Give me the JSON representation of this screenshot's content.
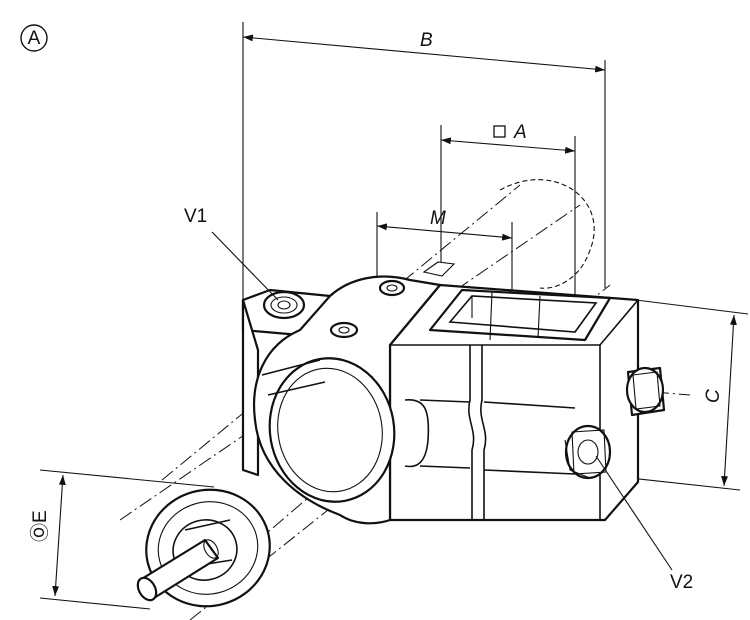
{
  "figure": {
    "view_marker": "A",
    "labels": {
      "B": "B",
      "A": "A",
      "A_square": "□",
      "M": "M",
      "C": "C",
      "E": "ⓄE",
      "V1": "V1",
      "V2": "V2"
    }
  }
}
